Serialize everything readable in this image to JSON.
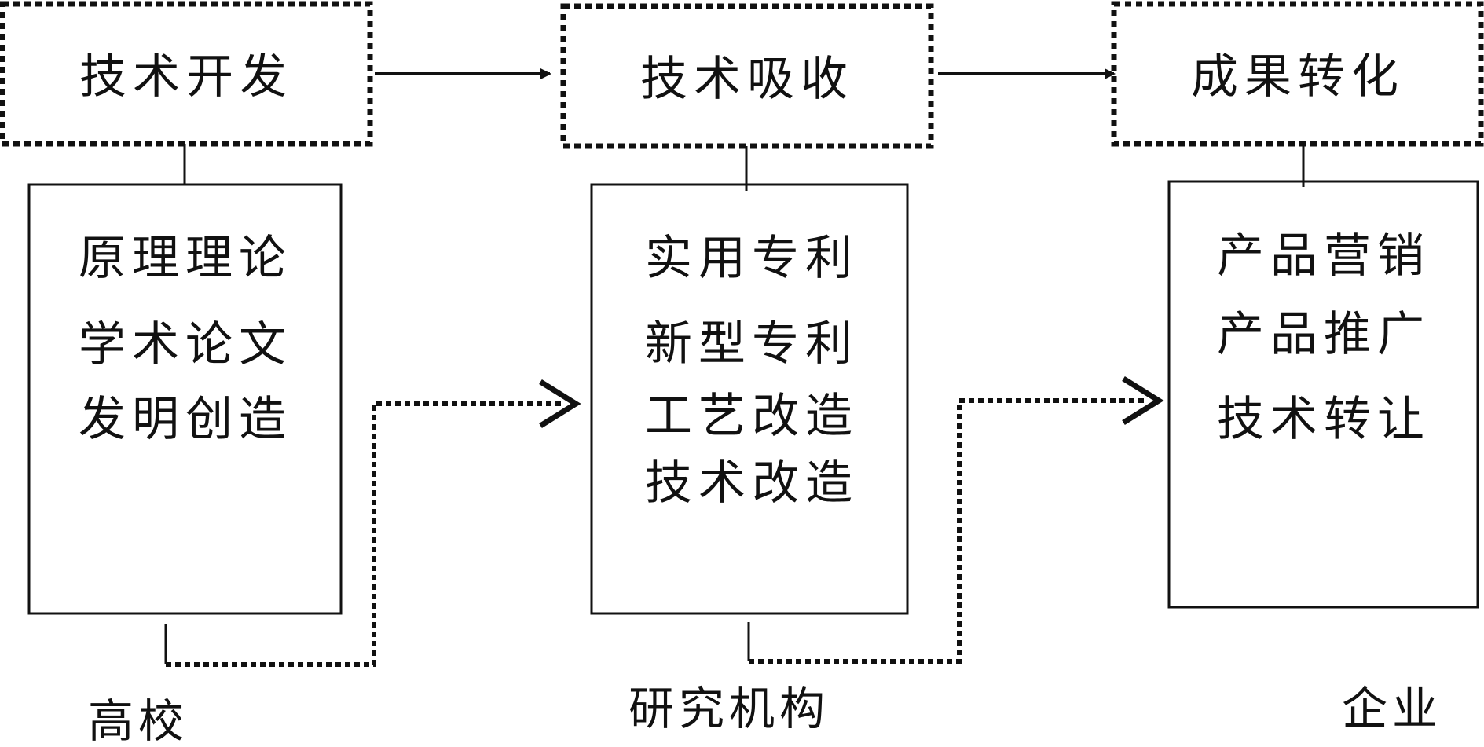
{
  "stages": [
    {
      "id": "tech-development",
      "label": "技术开发"
    },
    {
      "id": "tech-absorption",
      "label": "技术吸收"
    },
    {
      "id": "result-transformation",
      "label": "成果转化"
    }
  ],
  "columns": [
    {
      "id": "university",
      "label": "高校",
      "items": [
        "原理理论",
        "学术论文",
        "发明创造"
      ]
    },
    {
      "id": "research-institution",
      "label": "研究机构",
      "items": [
        "实用专利",
        "新型专利",
        "工艺改造",
        "技术改造"
      ]
    },
    {
      "id": "enterprise",
      "label": "企业",
      "items": [
        "产品营销",
        "产品推广",
        "技术转让"
      ]
    }
  ],
  "colors": {
    "line": "#111111",
    "background": "#ffffff"
  }
}
